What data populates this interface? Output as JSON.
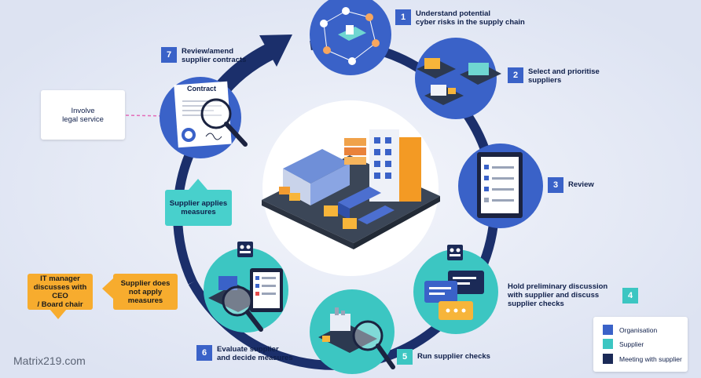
{
  "steps": [
    {
      "num": "1",
      "label": "Understand potential\ncyber risks in the supply chain",
      "role": "organisation"
    },
    {
      "num": "2",
      "label": "Select and prioritise\nsuppliers",
      "role": "organisation"
    },
    {
      "num": "3",
      "label": "Review",
      "role": "organisation"
    },
    {
      "num": "4",
      "label": "Hold preliminary discussion\nwith supplier and discuss\nsupplier checks",
      "role": "supplier"
    },
    {
      "num": "5",
      "label": "Run supplier checks",
      "role": "supplier"
    },
    {
      "num": "6",
      "label": "Evaluate supplier\nand decide measures",
      "role": "organisation"
    },
    {
      "num": "7",
      "label": "Review/amend\nsupplier contracts",
      "role": "organisation"
    }
  ],
  "contract_label": "Contract",
  "boxes": {
    "legal": "Involve\nlegal service",
    "applies": "Supplier applies\nmeasures",
    "not_apply": "Supplier does\nnot apply\nmeasures",
    "it_manager": "IT manager\ndiscusses with CEO\n/ Board chair"
  },
  "legend": [
    {
      "label": "Organisation",
      "color": "#3a62c8"
    },
    {
      "label": "Supplier",
      "color": "#3cc6c2"
    },
    {
      "label": "Meeting with supplier",
      "color": "#1b2a57"
    }
  ],
  "watermark": "Matrix219.com",
  "colors": {
    "ring": "#1b2f6b",
    "organisation": "#3a62c8",
    "supplier": "#3cc6c2",
    "orange": "#f7ac2e"
  }
}
